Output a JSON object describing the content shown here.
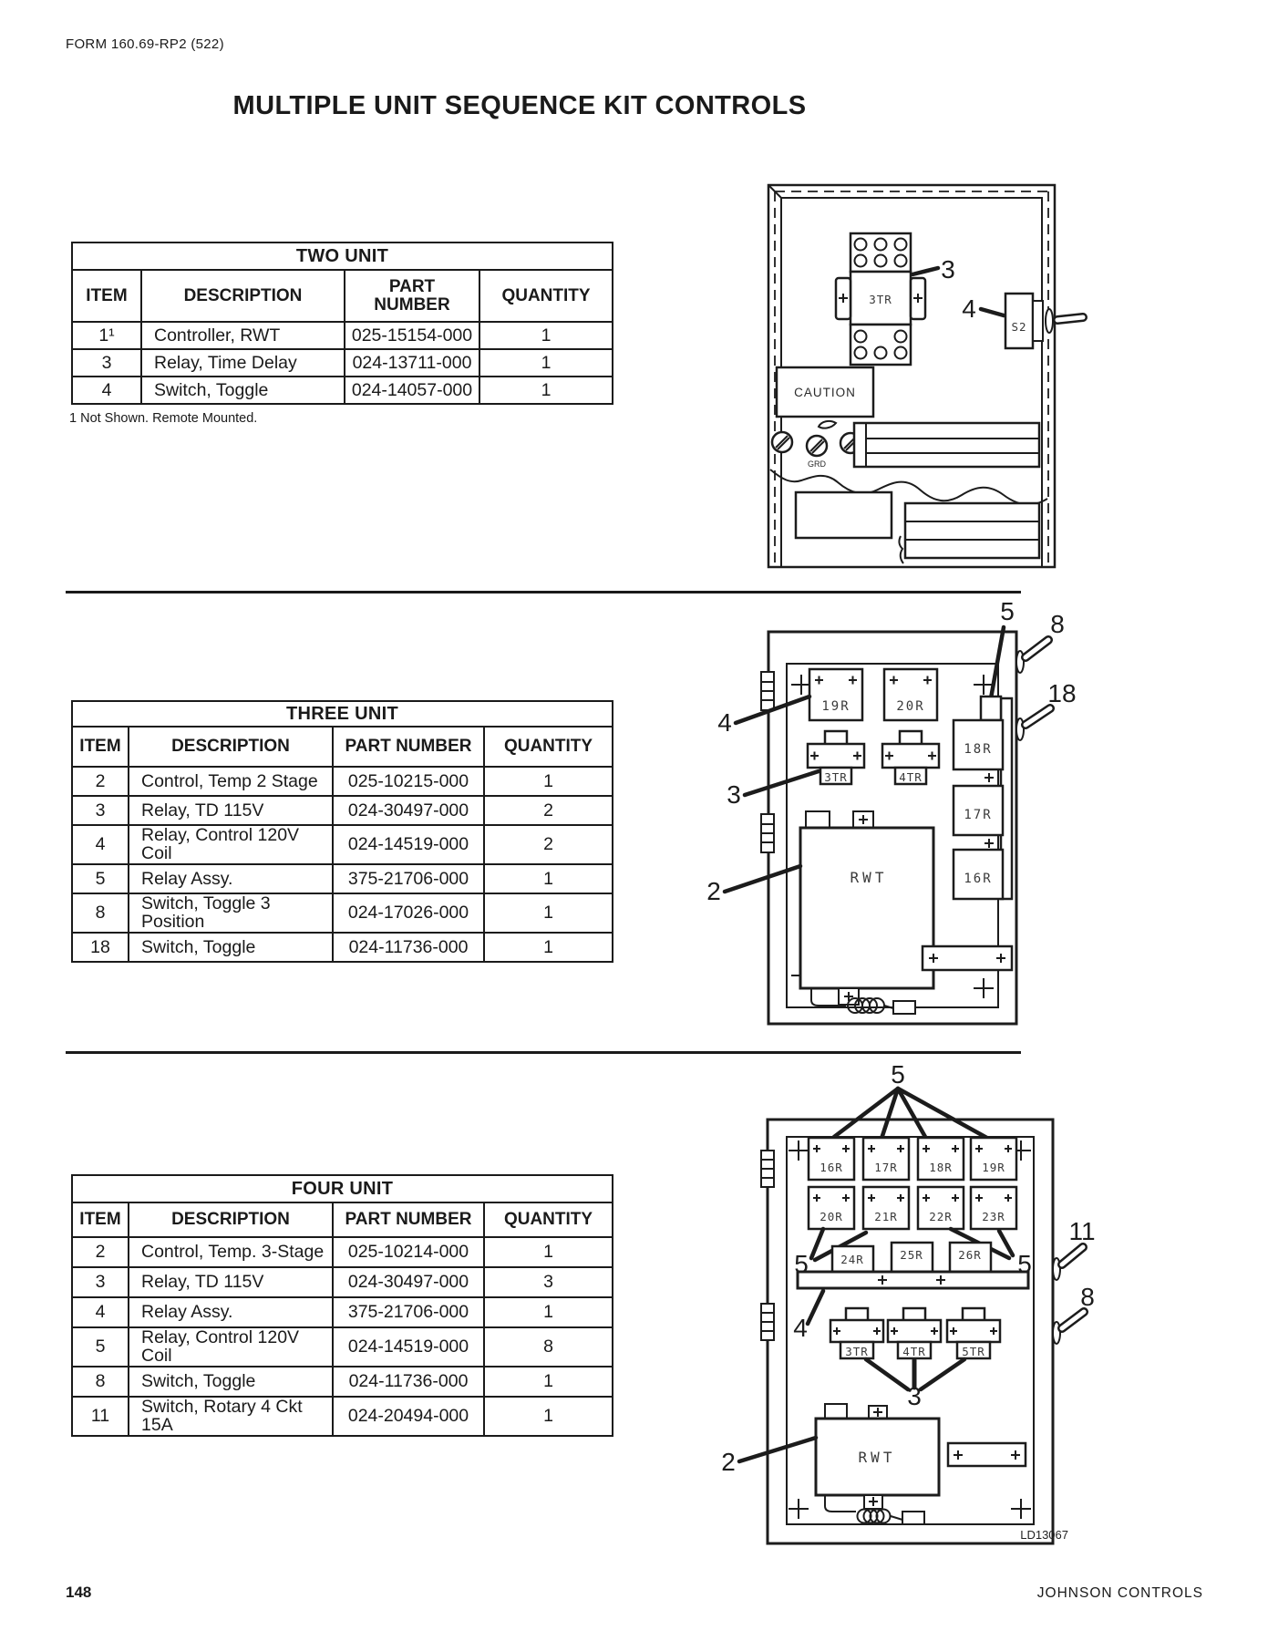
{
  "page": {
    "form_number": "FORM 160.69-RP2 (522)",
    "title": "MULTIPLE UNIT SEQUENCE KIT CONTROLS",
    "page_number": "148",
    "publisher": "JOHNSON CONTROLS",
    "figure_id": "LD13067"
  },
  "tables": {
    "two_unit": {
      "title": "TWO UNIT",
      "headers": {
        "item": "ITEM",
        "description": "DESCRIPTION",
        "part_number": "PART\nNUMBER",
        "quantity": "QUANTITY"
      },
      "rows": [
        {
          "item": "1¹",
          "description": "Controller, RWT",
          "part_number": "025-15154-000",
          "quantity": "1"
        },
        {
          "item": "3",
          "description": "Relay, Time Delay",
          "part_number": "024-13711-000",
          "quantity": "1"
        },
        {
          "item": "4",
          "description": "Switch, Toggle",
          "part_number": "024-14057-000",
          "quantity": "1"
        }
      ],
      "footnote": "1 Not Shown. Remote Mounted."
    },
    "three_unit": {
      "title": "THREE UNIT",
      "headers": {
        "item": "ITEM",
        "description": "DESCRIPTION",
        "part_number": "PART NUMBER",
        "quantity": "QUANTITY"
      },
      "rows": [
        {
          "item": "2",
          "description": "Control, Temp 2 Stage",
          "part_number": "025-10215-000",
          "quantity": "1"
        },
        {
          "item": "3",
          "description": "Relay, TD 115V",
          "part_number": "024-30497-000",
          "quantity": "2"
        },
        {
          "item": "4",
          "description": "Relay, Control 120V Coil",
          "part_number": "024-14519-000",
          "quantity": "2"
        },
        {
          "item": "5",
          "description": "Relay Assy.",
          "part_number": "375-21706-000",
          "quantity": "1"
        },
        {
          "item": "8",
          "description": "Switch, Toggle 3 Position",
          "part_number": "024-17026-000",
          "quantity": "1"
        },
        {
          "item": "18",
          "description": "Switch, Toggle",
          "part_number": "024-11736-000",
          "quantity": "1"
        }
      ]
    },
    "four_unit": {
      "title": "FOUR UNIT",
      "headers": {
        "item": "ITEM",
        "description": "DESCRIPTION",
        "part_number": "PART NUMBER",
        "quantity": "QUANTITY"
      },
      "rows": [
        {
          "item": "2",
          "description": "Control, Temp. 3-Stage",
          "part_number": "025-10214-000",
          "quantity": "1"
        },
        {
          "item": "3",
          "description": "Relay, TD 115V",
          "part_number": "024-30497-000",
          "quantity": "3"
        },
        {
          "item": "4",
          "description": "Relay Assy.",
          "part_number": "375-21706-000",
          "quantity": "1"
        },
        {
          "item": "5",
          "description": "Relay, Control 120V Coil",
          "part_number": "024-14519-000",
          "quantity": "8"
        },
        {
          "item": "8",
          "description": "Switch, Toggle",
          "part_number": "024-11736-000",
          "quantity": "1"
        },
        {
          "item": "11",
          "description": "Switch, Rotary 4 Ckt 15A",
          "part_number": "024-20494-000",
          "quantity": "1"
        }
      ]
    }
  },
  "diagrams": {
    "two_unit": {
      "relay": "3TR",
      "switch": "S2",
      "caution": "CAUTION",
      "ground": "GRD",
      "callout_time_delay_relay": "3",
      "callout_toggle_switch": "4"
    },
    "three_unit": {
      "control_relays": [
        "19R",
        "20R"
      ],
      "timer_relays": [
        "3TR",
        "4TR"
      ],
      "sequence_relays": [
        "18R",
        "17R",
        "16R"
      ],
      "controller": "RWT",
      "callout_relay_assy": "5",
      "callout_control_relay": "4",
      "callout_timer_relay": "3",
      "callout_controller": "2",
      "callout_toggle_3pos": "8",
      "callout_toggle": "18"
    },
    "four_unit": {
      "relays_row1": [
        "16R",
        "17R",
        "18R",
        "19R"
      ],
      "relays_row2": [
        "20R",
        "21R",
        "22R",
        "23R"
      ],
      "relays_row3": [
        "24R",
        "25R",
        "26R"
      ],
      "timer_relays": [
        "3TR",
        "4TR",
        "5TR"
      ],
      "controller": "RWT",
      "callout_relay_top": "5",
      "callout_relay_left": "5",
      "callout_relay_right": "5",
      "callout_relay_assy": "4",
      "callout_timer_relay": "3",
      "callout_controller": "2",
      "callout_rotary_switch": "11",
      "callout_toggle_switch": "8"
    }
  }
}
